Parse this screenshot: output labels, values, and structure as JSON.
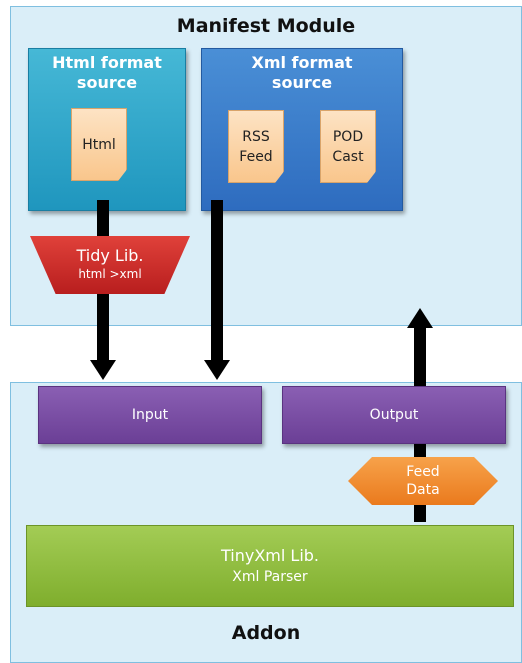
{
  "manifest": {
    "title": "Manifest Module"
  },
  "html_source": {
    "title_line1": "Html format",
    "title_line2": "source",
    "doc": "Html"
  },
  "xml_source": {
    "title_line1": "Xml format",
    "title_line2": "source",
    "doc_rss_line1": "RSS",
    "doc_rss_line2": "Feed",
    "doc_pod_line1": "POD",
    "doc_pod_line2": "Cast"
  },
  "tidy": {
    "line1": "Tidy Lib.",
    "line2": "html >xml"
  },
  "input": {
    "label": "Input"
  },
  "output": {
    "label": "Output"
  },
  "feed": {
    "line1": "Feed",
    "line2": "Data"
  },
  "tinyxml": {
    "line1": "TinyXml Lib.",
    "line2": "Xml Parser"
  },
  "addon": {
    "title": "Addon"
  }
}
